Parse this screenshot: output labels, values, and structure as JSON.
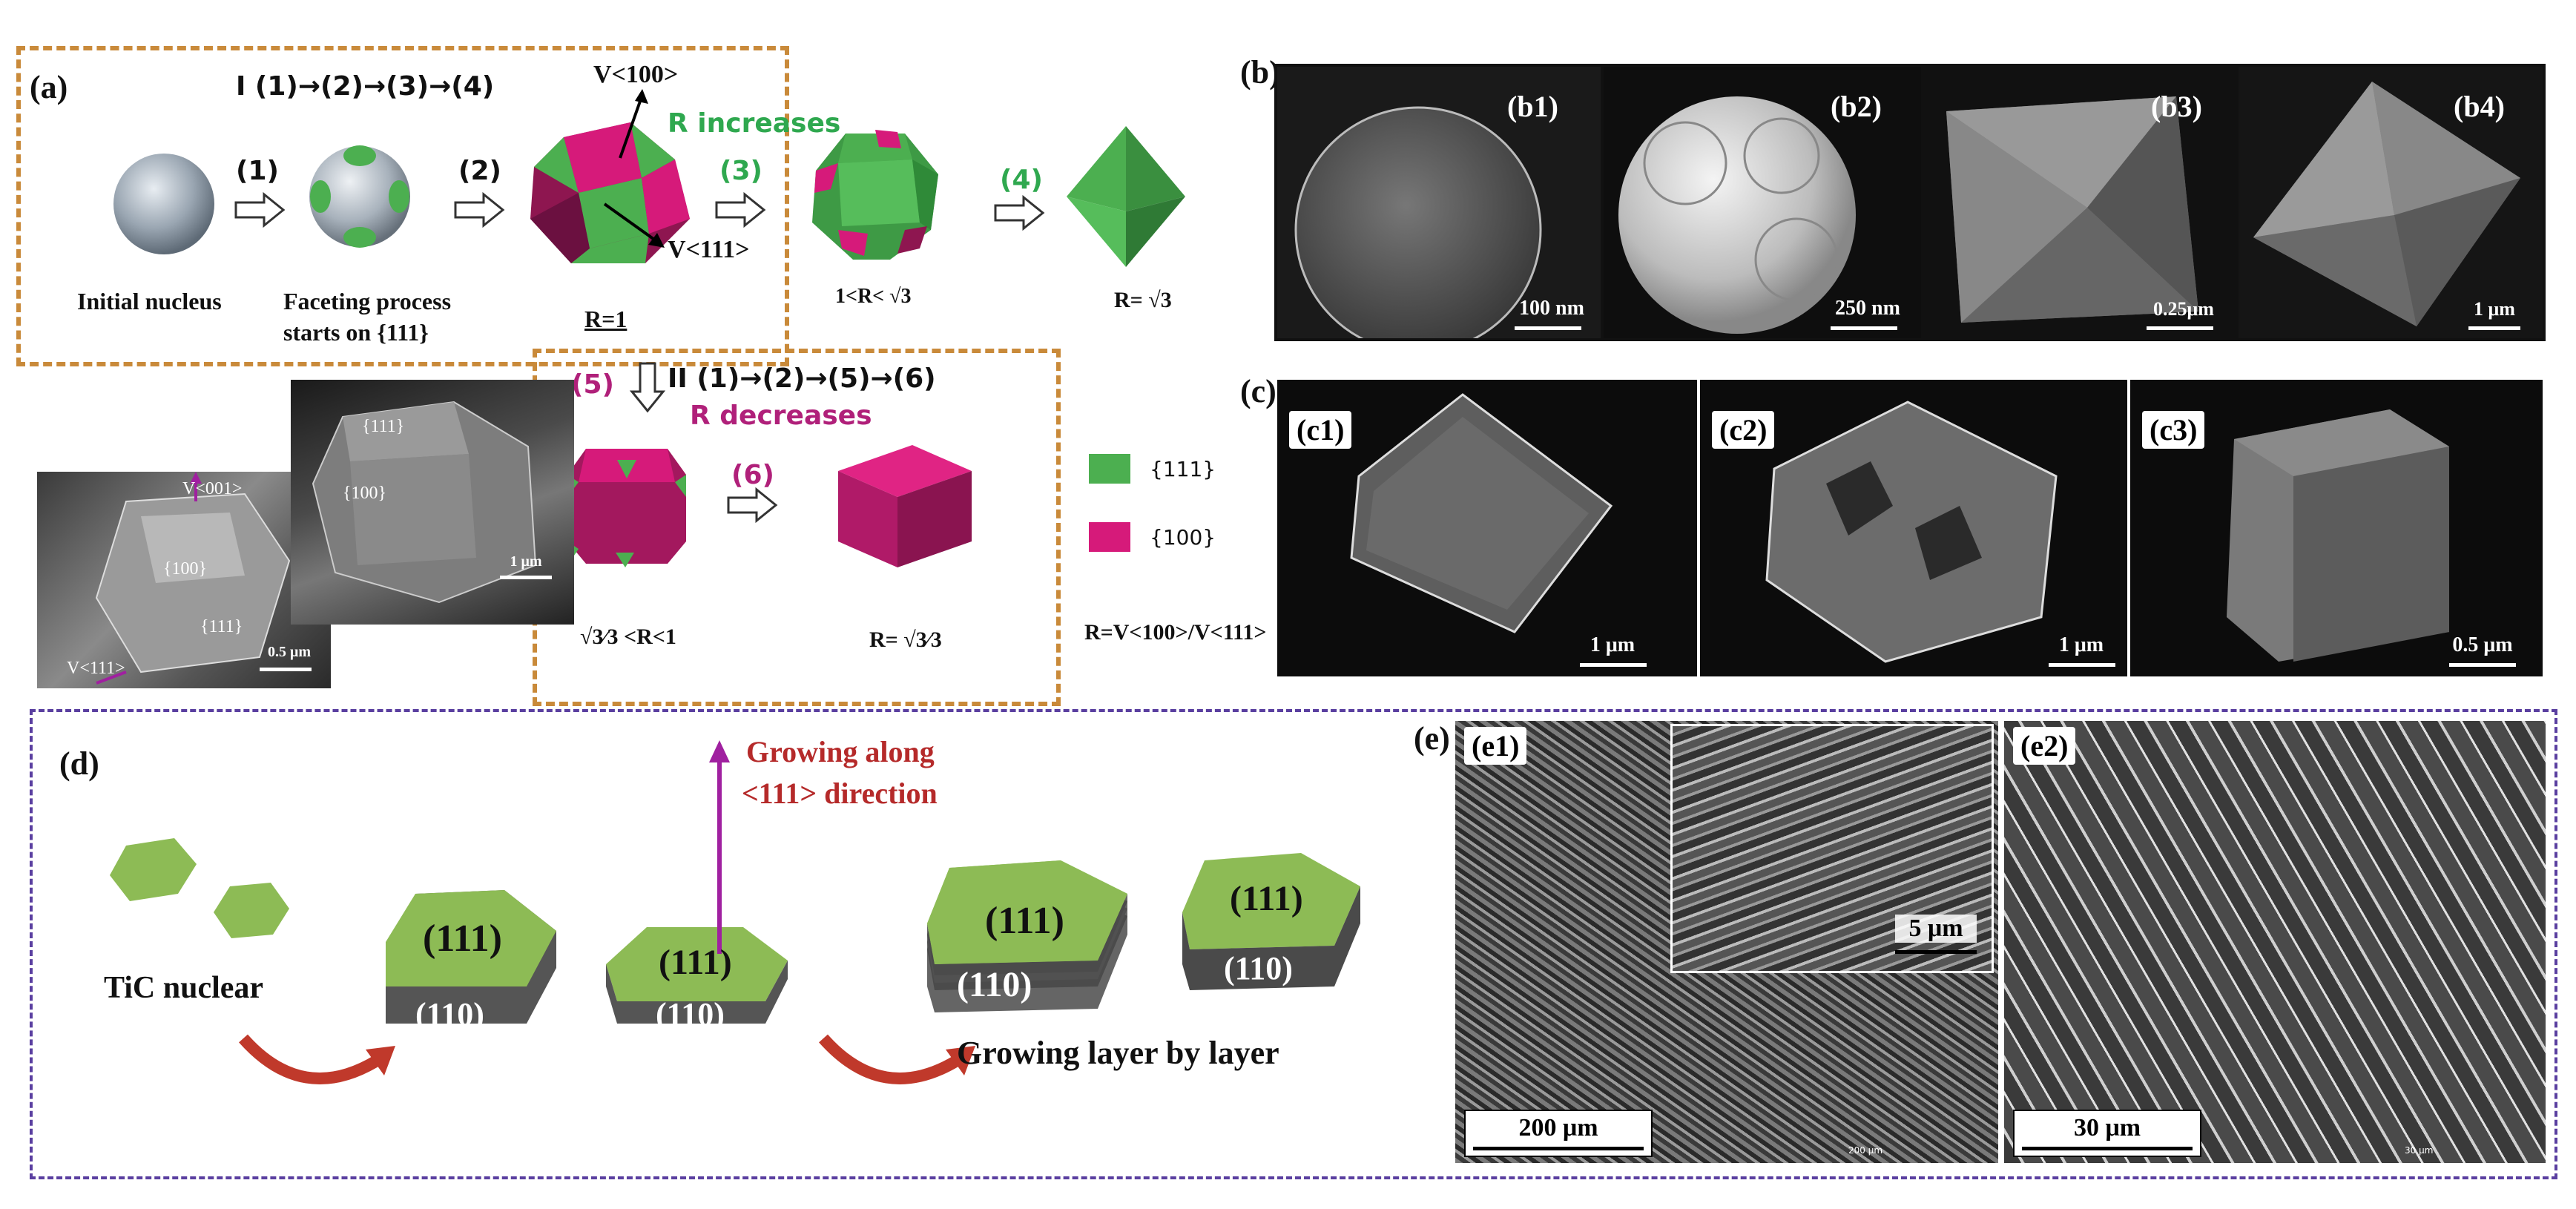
{
  "panel_a": {
    "label": "(a)",
    "path1": "I (1)→(2)→(3)→(4)",
    "path2": "II (1)→(2)→(5)→(6)",
    "step1": "(1)",
    "step2": "(2)",
    "step3": "(3)",
    "step4": "(4)",
    "step5": "(5)",
    "step6": "(6)",
    "v100": "V<100>",
    "v111": "V<111>",
    "r_increases": "R increases",
    "r_decreases": "R decreases",
    "initial_nucleus": "Initial nucleus",
    "faceting_line1": "Faceting process",
    "faceting_line2": "starts on {111}",
    "r_eq_1": "R=1",
    "r_range_1_sqrt3": "1<R< √3",
    "r_eq_sqrt3": "R= √3",
    "r_range_low": "√3⁄3 <R<1",
    "r_eq_sqrt3_3": "R= √3⁄3",
    "legend_111": "{111}",
    "legend_100": "{100}",
    "r_def": "R=V<100>/V<111>",
    "colors": {
      "face111": "#4caf50",
      "face100": "#d61a7a",
      "dark100": "#8e1650"
    },
    "sem_inset_1": {
      "v001": "V<001>",
      "f100": "{100}",
      "f111": "{111}",
      "v111": "V<111>",
      "scale": "0.5 μm"
    },
    "sem_inset_2": {
      "f111": "{111}",
      "f100": "{100}",
      "scale": "1 μm"
    }
  },
  "panel_b": {
    "label": "(b)",
    "images": [
      {
        "label": "(b1)",
        "scale": "100 nm"
      },
      {
        "label": "(b2)",
        "scale": "250 nm"
      },
      {
        "label": "(b3)",
        "scale": "0.25μm"
      },
      {
        "label": "(b4)",
        "scale": "1 μm"
      }
    ]
  },
  "panel_c": {
    "label": "(c)",
    "images": [
      {
        "label": "(c1)",
        "scale": "1 μm"
      },
      {
        "label": "(c2)",
        "scale": "1 μm"
      },
      {
        "label": "(c3)",
        "scale": "0.5 μm"
      }
    ]
  },
  "panel_d": {
    "label": "(d)",
    "growing_along_1": "Growing along",
    "growing_along_2": "<111> direction",
    "tic_nuclear": "TiC nuclear",
    "layer_by_layer": "Growing layer by layer",
    "f111": "(111)",
    "f110": "(110)",
    "colors": {
      "hex": "#8dbb55",
      "arrow": "#c0392b",
      "purple": "#a020a0",
      "edge": "#6a6a6a"
    }
  },
  "panel_e": {
    "label": "(e)",
    "images": [
      {
        "label": "(e1)",
        "scale": "200 μm",
        "inset_scale": "5 μm",
        "tiny_scale": "200 μm"
      },
      {
        "label": "(e2)",
        "scale": "30 μm",
        "tiny_scale": "30 μm"
      }
    ]
  }
}
